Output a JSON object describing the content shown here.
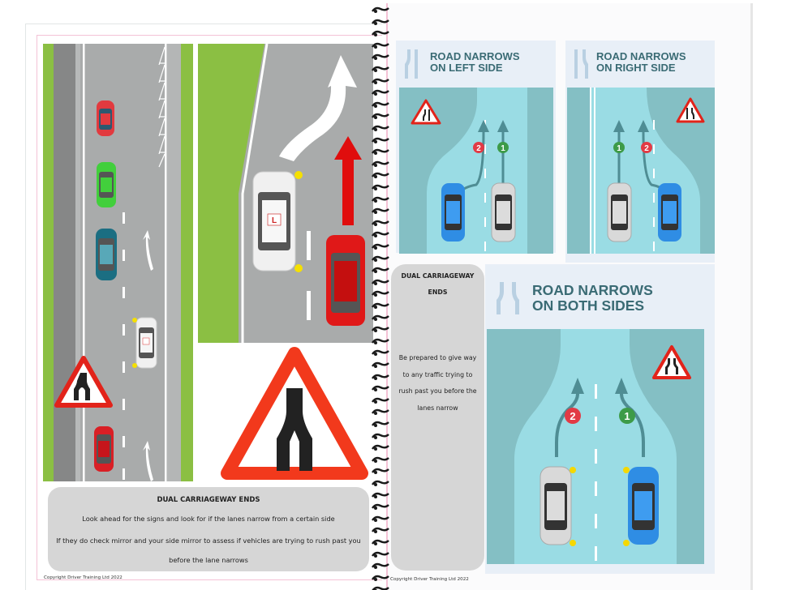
{
  "left_page": {
    "info_box": {
      "title": "DUAL CARRIAGEWAY ENDS",
      "line1": "Look ahead for the signs and look for if the lanes narrow from a certain side",
      "line2": "If they do check mirror and your side mirror to assess if vehicles are trying to rush past you before the lane narrows"
    },
    "copyright": "Copyright Driver Training Ltd 2022",
    "learner_plate_letter": "L"
  },
  "right_page": {
    "info_box": {
      "title": "DUAL CARRIAGEWAY ENDS",
      "body": "Be prepared to give way to any traffic trying to rush past you before the lanes narrow"
    },
    "copyright": "Copyright Driver Training Ltd 2022",
    "panels": [
      {
        "line1": "ROAD NARROWS",
        "line2": "ON LEFT SIDE",
        "badges": [
          "2",
          "1"
        ]
      },
      {
        "line1": "ROAD NARROWS",
        "line2": "ON RIGHT SIDE",
        "badges": [
          "1",
          "2"
        ]
      },
      {
        "line1": "ROAD NARROWS",
        "line2": "ON BOTH SIDES",
        "badges": [
          "2",
          "1"
        ]
      }
    ]
  },
  "colors": {
    "grass": "#8bbf43",
    "road": "#a9abab",
    "sign_red": "#e2231a",
    "panel_bg": "#e8eff7",
    "panel_title": "#3a6b74",
    "water_road": "#9adce4",
    "water_verge": "#84bfc4",
    "badge_red": "#e23a45",
    "badge_green": "#3d9b48",
    "info_box": "#d6d6d6"
  }
}
